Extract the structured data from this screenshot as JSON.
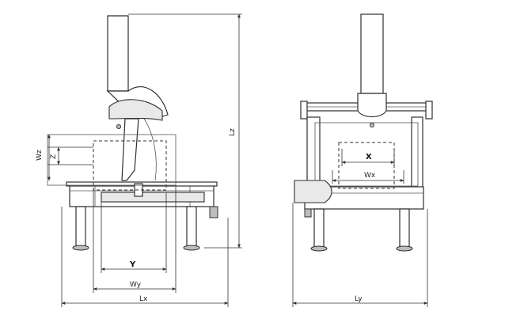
{
  "labels": {
    "wz": "Wz",
    "z": "Z",
    "lz": "Lz",
    "y": "Y",
    "wy": "Wy",
    "lx": "Lx",
    "x": "X",
    "wx": "Wx",
    "ly": "Ly"
  }
}
